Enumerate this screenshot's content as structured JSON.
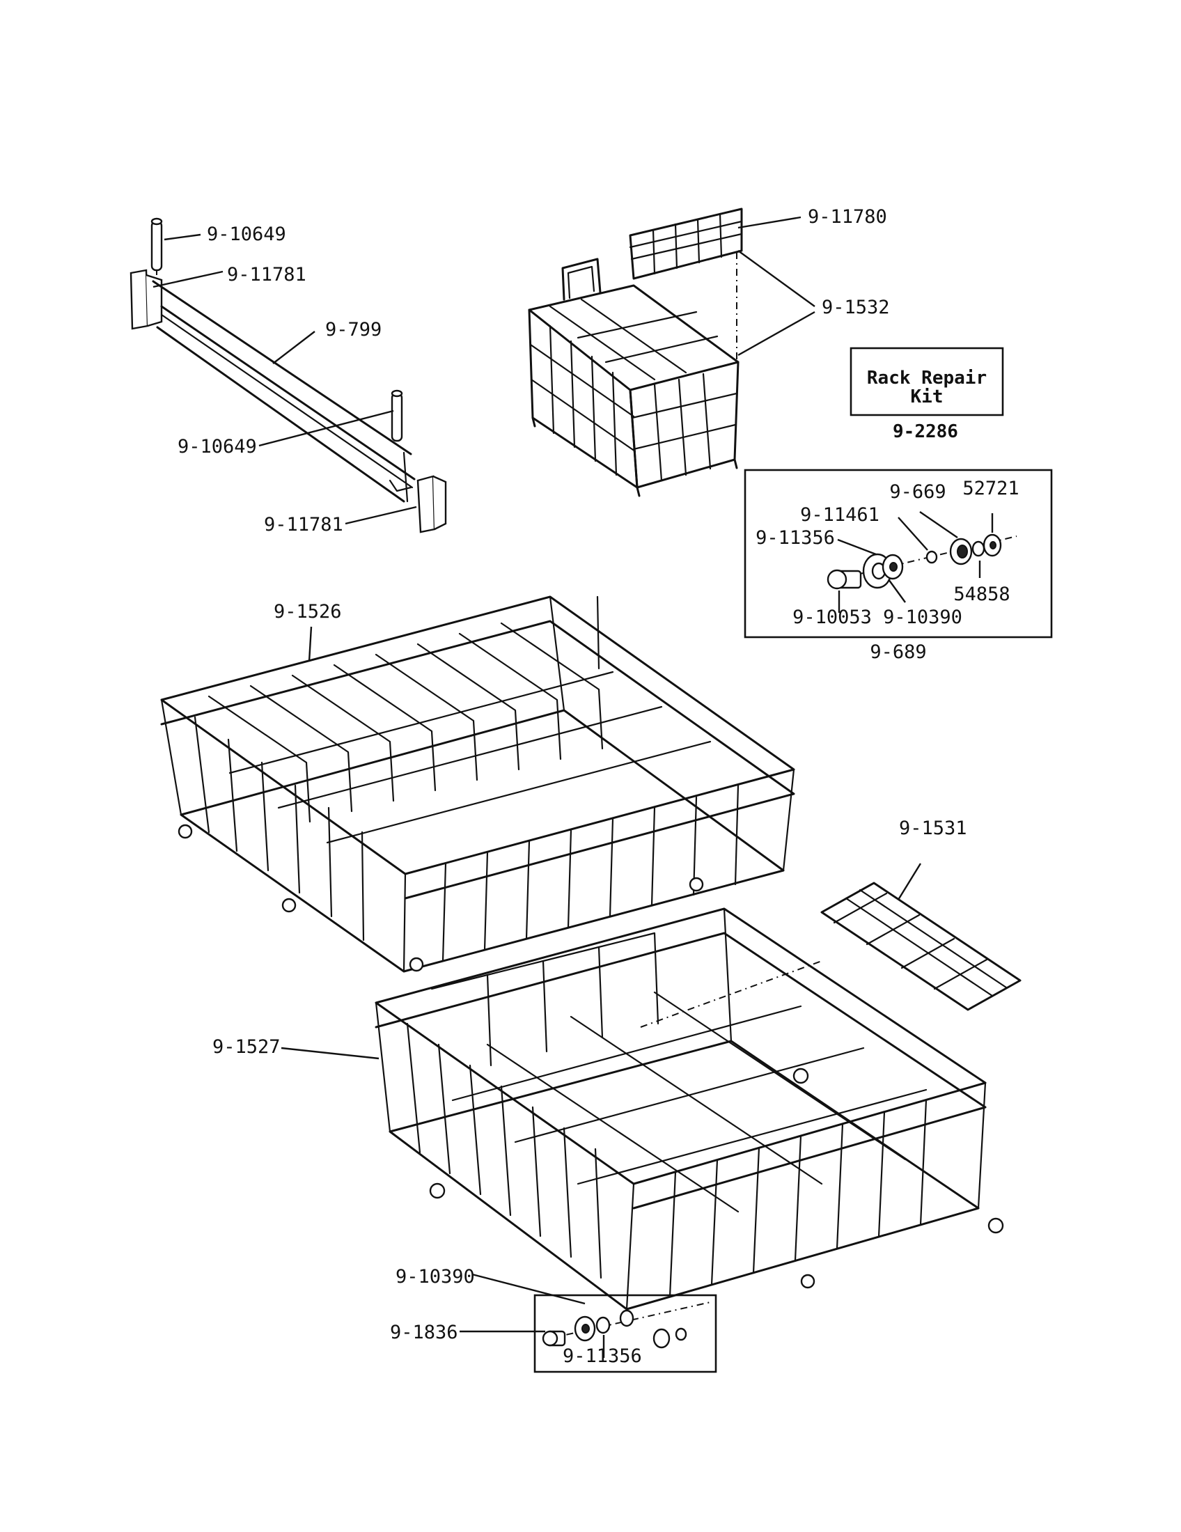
{
  "callouts": {
    "pin_top": "9-10649",
    "end_cap_top": "9-11781",
    "rail": "9-799",
    "pin_bottom": "9-10649",
    "end_cap_bottom": "9-11781",
    "basket_lid": "9-11780",
    "basket": "9-1532",
    "upper_rack": "9-1526",
    "shelf": "9-1531",
    "lower_rack": "9-1527",
    "roller_axle": "9-10390",
    "roller_screw": "9-1836",
    "roller_wheel": "9-11356"
  },
  "repair_kit": {
    "title_line1": "Rack Repair",
    "title_line2": "Kit",
    "part_number": "9-2286"
  },
  "wheel_kit": {
    "labels": {
      "clip": "9-669",
      "washer": "52721",
      "retainer": "9-11461",
      "wheel": "9-11356",
      "spacer": "54858",
      "screw": "9-10053",
      "axle": "9-10390"
    },
    "kit_number": "9-689"
  }
}
